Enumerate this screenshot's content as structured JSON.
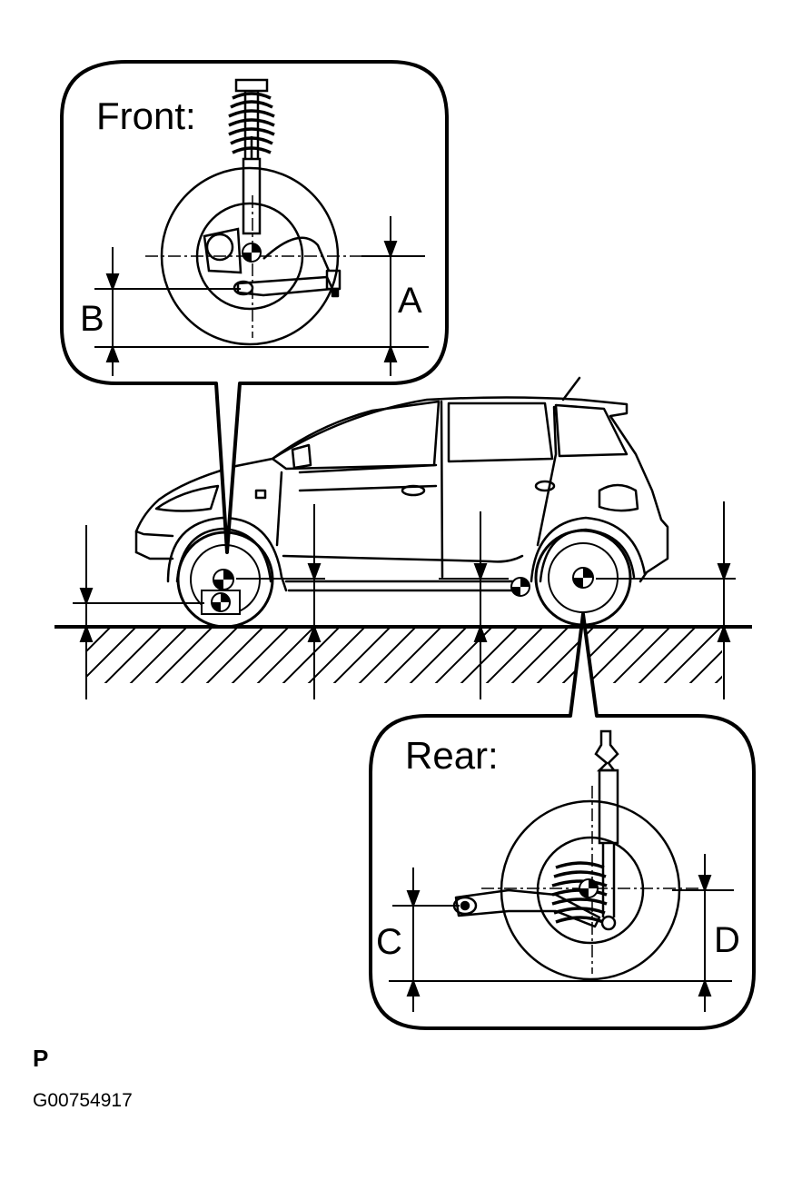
{
  "front": {
    "title": "Front:",
    "label_a": "A",
    "label_b": "B"
  },
  "rear": {
    "title": "Rear:",
    "label_c": "C",
    "label_d": "D"
  },
  "footer": {
    "mark": "P",
    "code": "G00754917"
  },
  "colors": {
    "ink": "#000000",
    "paper": "#ffffff"
  }
}
